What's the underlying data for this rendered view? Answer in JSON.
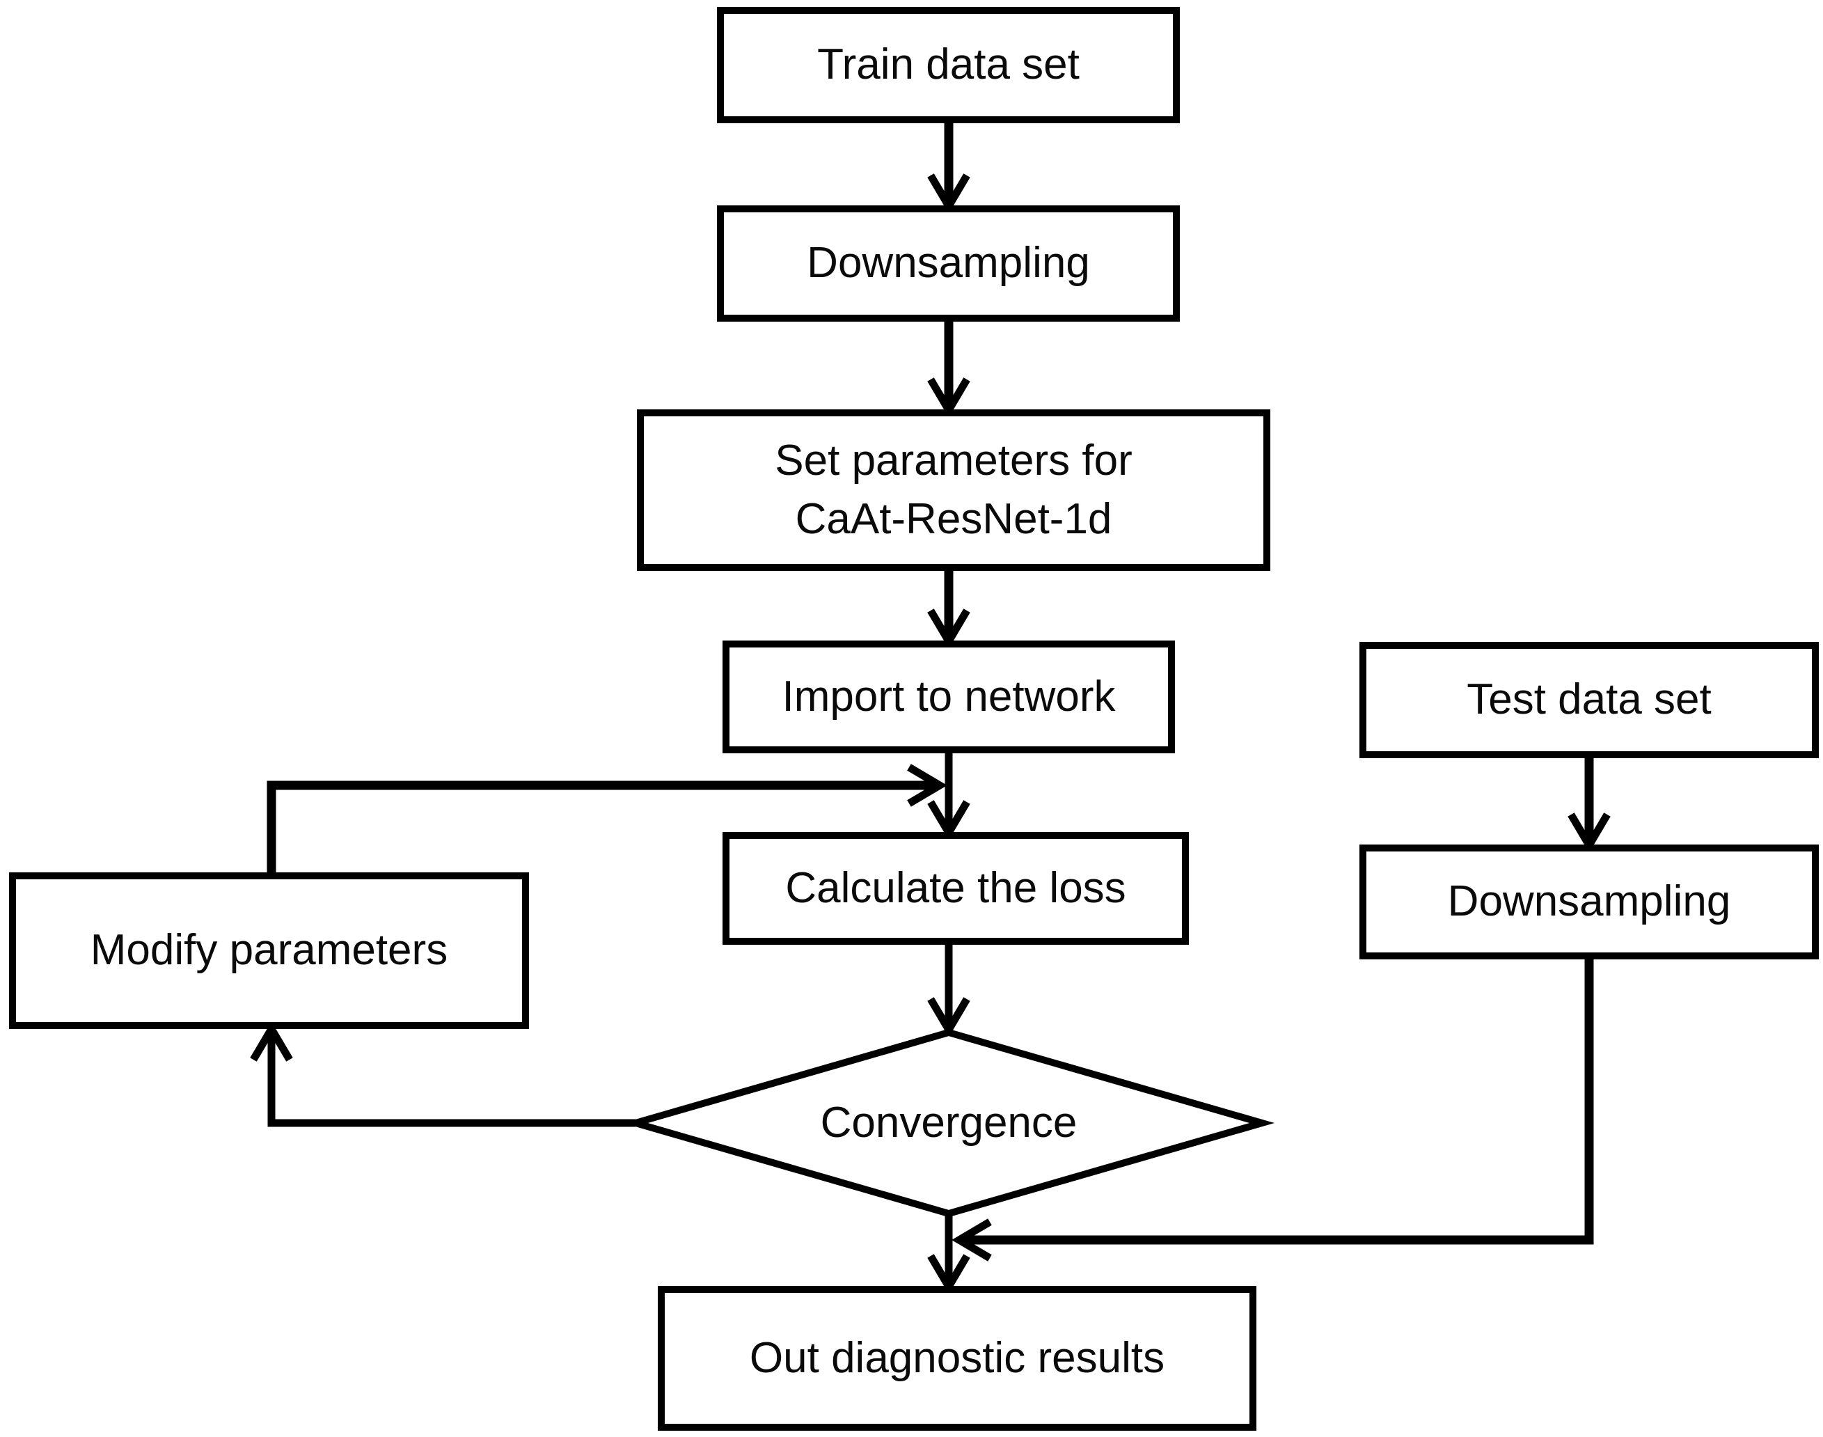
{
  "diagram": {
    "background": "#ffffff",
    "stroke_color": "#000000",
    "text_color": "#0a0a0a",
    "nodes": {
      "train_data": {
        "label": "Train data set",
        "shape": "rect"
      },
      "downsampling_train": {
        "label": "Downsampling",
        "shape": "rect"
      },
      "set_params": {
        "line1": "Set parameters for",
        "line2": "CaAt-ResNet-1d",
        "shape": "rect"
      },
      "import_network": {
        "label": "Import to network",
        "shape": "rect"
      },
      "calculate_loss": {
        "label": "Calculate the loss",
        "shape": "rect"
      },
      "convergence": {
        "label": "Convergence",
        "shape": "diamond"
      },
      "modify_params": {
        "label": "Modify parameters",
        "shape": "rect"
      },
      "test_data": {
        "label": "Test data set",
        "shape": "rect"
      },
      "downsampling_test": {
        "label": "Downsampling",
        "shape": "rect"
      },
      "out_results": {
        "label": "Out diagnostic results",
        "shape": "rect"
      }
    },
    "edges": [
      {
        "from": "train_data",
        "to": "downsampling_train"
      },
      {
        "from": "downsampling_train",
        "to": "set_params"
      },
      {
        "from": "set_params",
        "to": "import_network"
      },
      {
        "from": "import_network",
        "to": "calculate_loss"
      },
      {
        "from": "calculate_loss",
        "to": "convergence"
      },
      {
        "from": "convergence",
        "to": "modify_params"
      },
      {
        "from": "modify_params",
        "to": "calculate_loss"
      },
      {
        "from": "convergence",
        "to": "out_results"
      },
      {
        "from": "test_data",
        "to": "downsampling_test"
      },
      {
        "from": "downsampling_test",
        "to": "out_results"
      }
    ]
  }
}
